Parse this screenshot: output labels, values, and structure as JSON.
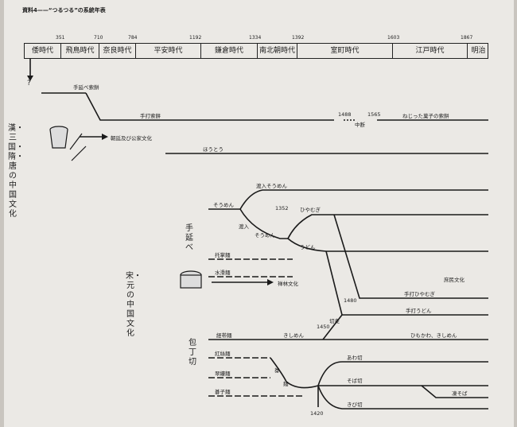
{
  "title": "資料4——“つるつる”の系統年表",
  "eras": [
    "倭時代",
    "飛鳥時代",
    "奈良時代",
    "平安時代",
    "鎌倉時代",
    "南北朝時代",
    "室町時代",
    "江戸時代",
    "明治"
  ],
  "years": [
    "351",
    "710",
    "784",
    "1192",
    "1334",
    "1392",
    "1603",
    "1867"
  ],
  "question_mark": "?",
  "side_labels": {
    "han": "漢・三国・隋・唐の中国文化",
    "song": "宋・元の中国文化",
    "tenobe": "手延べ",
    "houchou": "包丁切"
  },
  "labels": {
    "tenobe_saku": "手延べ索餅",
    "teuchi_saku": "手打索餅",
    "chouhan": "朝廷及び公家文化",
    "y1488": "1488",
    "chudan": "中断",
    "y1565": "1565",
    "nejitta": "ねじった菓子の索餅",
    "houtou": "ほうとう",
    "toiri_soumen": "渡入そうめん",
    "soumen": "そうめん",
    "y1352": "1352",
    "hiyamugi": "ひやむぎ",
    "soumen2": "そうめん",
    "toiri2": "渡入",
    "udon": "うどん",
    "takumen": "托掌麺",
    "suikamen": "水滑麺",
    "zenrin": "禅林文化",
    "shomin": "庶民文化",
    "teuchi_hiyamugi": "手打ひやむぎ",
    "y1480": "1480",
    "teuchi_udon": "手打うどん",
    "y1450": "1450",
    "kiri": "切麦",
    "kishimen_cat": "経帯麺",
    "kishimen": "きしめん",
    "himokawa": "ひもかわ、きしめん",
    "kouhimen": "紅絲麺",
    "suikoumen": "翠縷麺",
    "kiri_label": "棊",
    "men_label": "麺",
    "kishimen_kiri": "碁子麺",
    "awa": "あわ切",
    "soba": "そば切",
    "kibi": "きび切",
    "kosoba": "凍そば",
    "y1420": "1420"
  }
}
